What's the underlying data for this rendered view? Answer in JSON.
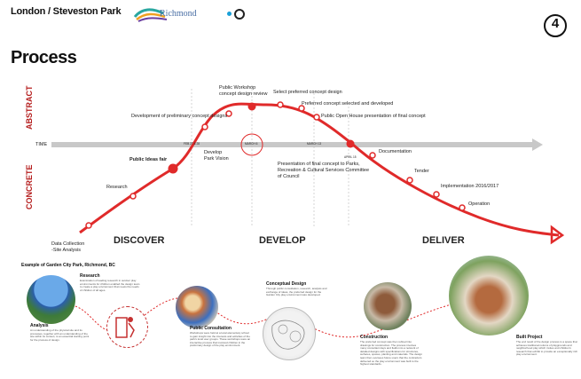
{
  "header": {
    "title": "London / Steveston Park",
    "brand": "Richmond",
    "page_number": "4"
  },
  "page_title": "Process",
  "axis": {
    "abstract": "ABSTRACT",
    "concrete": "CONCRETE",
    "time": "TIME"
  },
  "dates": [
    "FEB 27 & 28",
    "MARCH 6",
    "MARCH 13",
    "APRIL 15"
  ],
  "steps": {
    "data_collection": "Data Collection",
    "site_analysis": "-Site Analysis",
    "research": "Research",
    "ideas_fair": "Public Ideas fair",
    "develop_vision_1": "Develop",
    "develop_vision_2": "Park Vision",
    "prelim_design": "Development of preliminary concept designs",
    "workshop_1": "Public Workshop",
    "workshop_2": "concept design review",
    "select_design": "Select preferred concept design",
    "preferred_selected": "Preferred concept selected and developed",
    "open_house": "Public Open House presentation of final concept",
    "presentation_1": "Presentation of final concept to Parks,",
    "presentation_2": "Recreation & Cultural Services Committee",
    "presentation_3": "of Council",
    "documentation": "Documentation",
    "tender": "Tender",
    "implementation": "Implementation 2016/2017",
    "operation": "Operation"
  },
  "stages": [
    "DISCOVER",
    "DEVELOP",
    "DELIVER"
  ],
  "example_title": "Example of Garden City Park, Richmond, BC",
  "cards": {
    "analysis": {
      "title": "Analysis",
      "body": "An understanding of the physical site and its processes, together with an understanding of the site within its context, is an essential starting point for the process of design."
    },
    "research": {
      "title": "Research",
      "body": "Examination of leading research in outdoor play environments for children enabled the design team to create a play environment that meets the needs of children of all ages."
    },
    "consultation": {
      "title": "Public Consultation",
      "body": "Workshops were held at a local elementary school to gain insight into the interests and activities of the park's local user groups. These workshops were an interactive process that involved children in the preliminary design of the play environment."
    },
    "conceptual": {
      "title": "Conceptual Design",
      "body": "Through public consultation, research, analysis and exchange of ideas, the preferred design for the Garden City play environment was developed."
    },
    "construction": {
      "title": "Construction",
      "body": "The preferred concept was then refined into drawings for construction. The process involves many consultant days and fields into a network of detailed designs with specifications for structures, surfaces, spaces, planting and materials. The design team then oversees future users that the contractors delivered so the play environment was built to the highest standards."
    },
    "built": {
      "title": "Built Project",
      "body": "The end result of the design process is a space that achieves traditional notions of playgrounds and neighborhood play which invites and children's research that exhibit to provide an exceptionally rich play environment."
    }
  },
  "colors": {
    "accent": "#e02a2a",
    "dark_red": "#b51d1d",
    "timeline": "#c8c8c8"
  }
}
